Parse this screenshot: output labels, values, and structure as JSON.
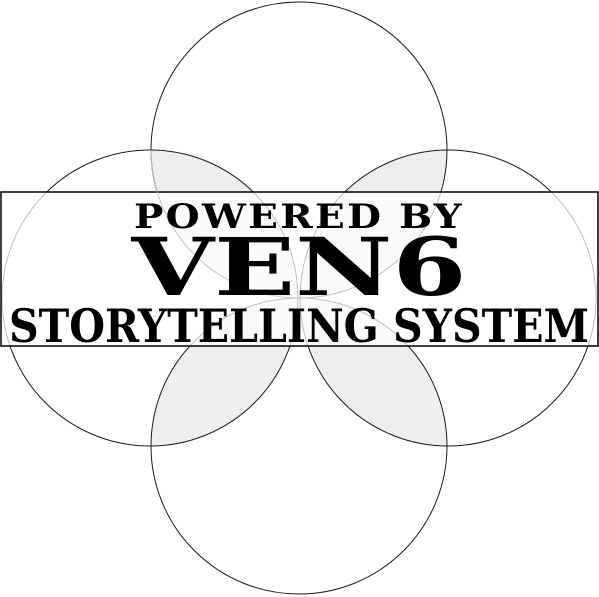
{
  "logo": {
    "line1": "POWERED BY",
    "line2": "VEN6",
    "line3": "STORYTELLING SYSTEM"
  },
  "colors": {
    "background": "#ffffff",
    "circle_stroke": "#1a1a1a",
    "petal_fill": "#eeeeee",
    "banner_fill": "#ffffff",
    "banner_stroke": "#000000",
    "text": "#000000"
  }
}
